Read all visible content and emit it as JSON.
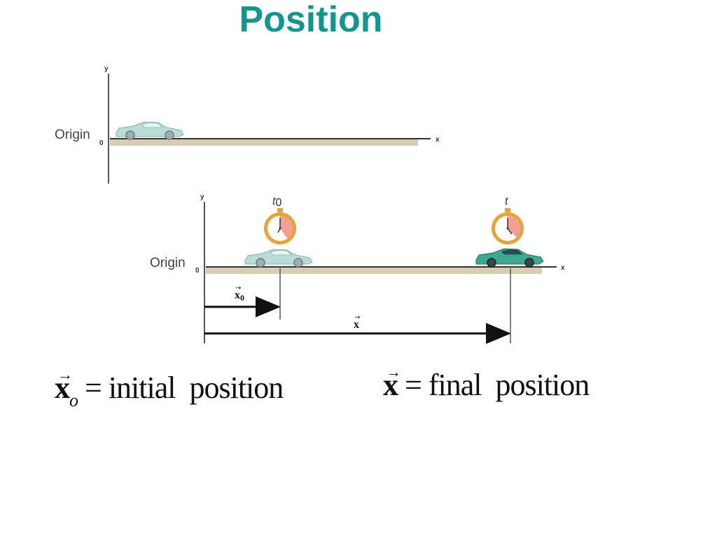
{
  "slide": {
    "title": "Position"
  },
  "top_diagram": {
    "y_label": "y",
    "x_label": "x",
    "origin_label": "Origin",
    "zero_label": "0"
  },
  "bottom_diagram": {
    "y_label": "y",
    "x_label": "x",
    "origin_label": "Origin",
    "zero_label": "0",
    "stopwatch_initial_label": "t",
    "stopwatch_initial_sub": "0",
    "stopwatch_final_label": "t",
    "vector_initial_label": "x",
    "vector_initial_sub": "0",
    "vector_final_label": "x"
  },
  "equations": {
    "initial": {
      "symbol": "x",
      "subscript": "o",
      "equals": "=",
      "text": "initial  position"
    },
    "final": {
      "symbol": "x",
      "equals": "=",
      "text": "final  position"
    }
  },
  "colors": {
    "title": "#13968f",
    "ground": "#d8ccb3",
    "car_light": "#b9dcd6",
    "car_dark": "#3fa891",
    "stopwatch_ring": "#e8a23a",
    "stopwatch_sector": "#f2a093"
  }
}
